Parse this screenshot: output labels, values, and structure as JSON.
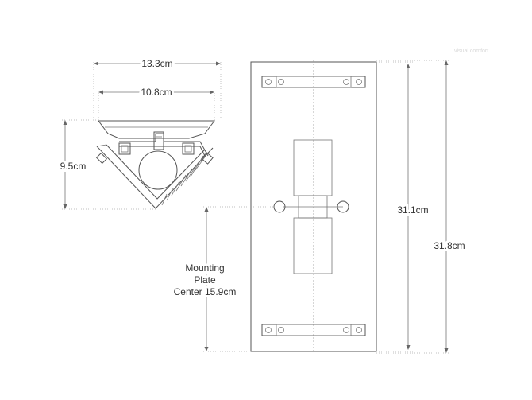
{
  "watermark": "visual comfort",
  "dimensions": {
    "top_width": "13.3cm",
    "inner_width": "10.8cm",
    "depth": "9.5cm",
    "plate_height": "31.1cm",
    "overall_height": "31.8cm",
    "mounting_line1": "Mounting",
    "mounting_line2": "Plate",
    "mounting_line3": "Center 15.9cm"
  },
  "colors": {
    "line": "#555555",
    "text": "#333333",
    "background": "#ffffff"
  }
}
